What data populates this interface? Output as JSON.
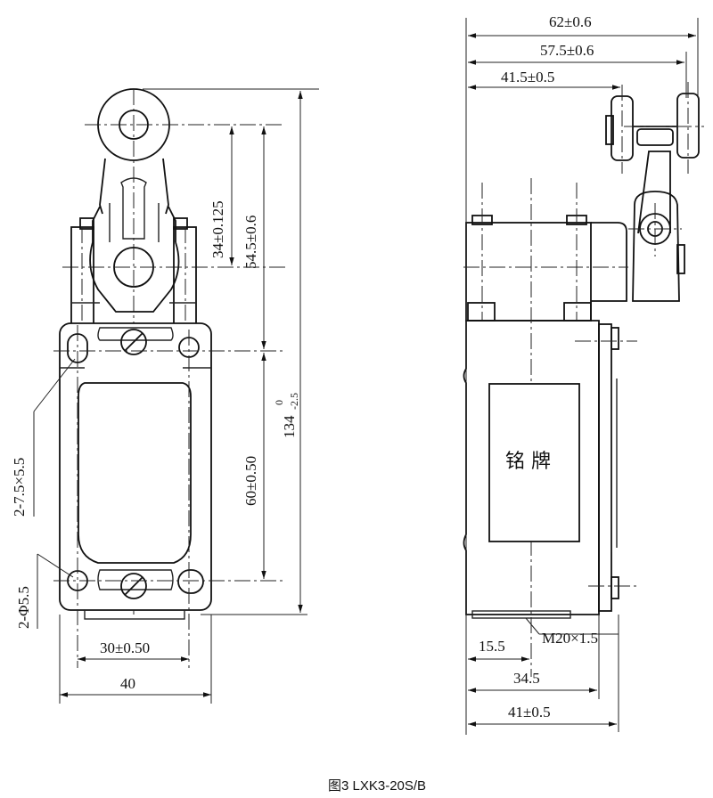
{
  "caption": "图3  LXK3-20S/B",
  "nameplate_label": "铭 牌",
  "front_view": {
    "dim_height_total_value": "134",
    "dim_height_total_sup": "0",
    "dim_height_total_sub": "-2.5",
    "dim_roller_to_hole": "34±0.125",
    "dim_roller_to_top_hole": "54.5±0.6",
    "dim_hole_spacing_vertical": "60±0.50",
    "dim_slot": "2-7.5×5.5",
    "dim_hole_dia": "2-Φ5.5",
    "dim_hole_spacing_horizontal": "30±0.50",
    "dim_width": "40"
  },
  "side_view": {
    "dim_total_width": "62±0.6",
    "dim_to_outer_roller": "57.5±0.6",
    "dim_to_inner_roller": "41.5±0.5",
    "dim_conduit_offset": "15.5",
    "dim_thread": "M20×1.5",
    "dim_body_depth": "34.5",
    "dim_overall_depth": "41±0.5"
  }
}
